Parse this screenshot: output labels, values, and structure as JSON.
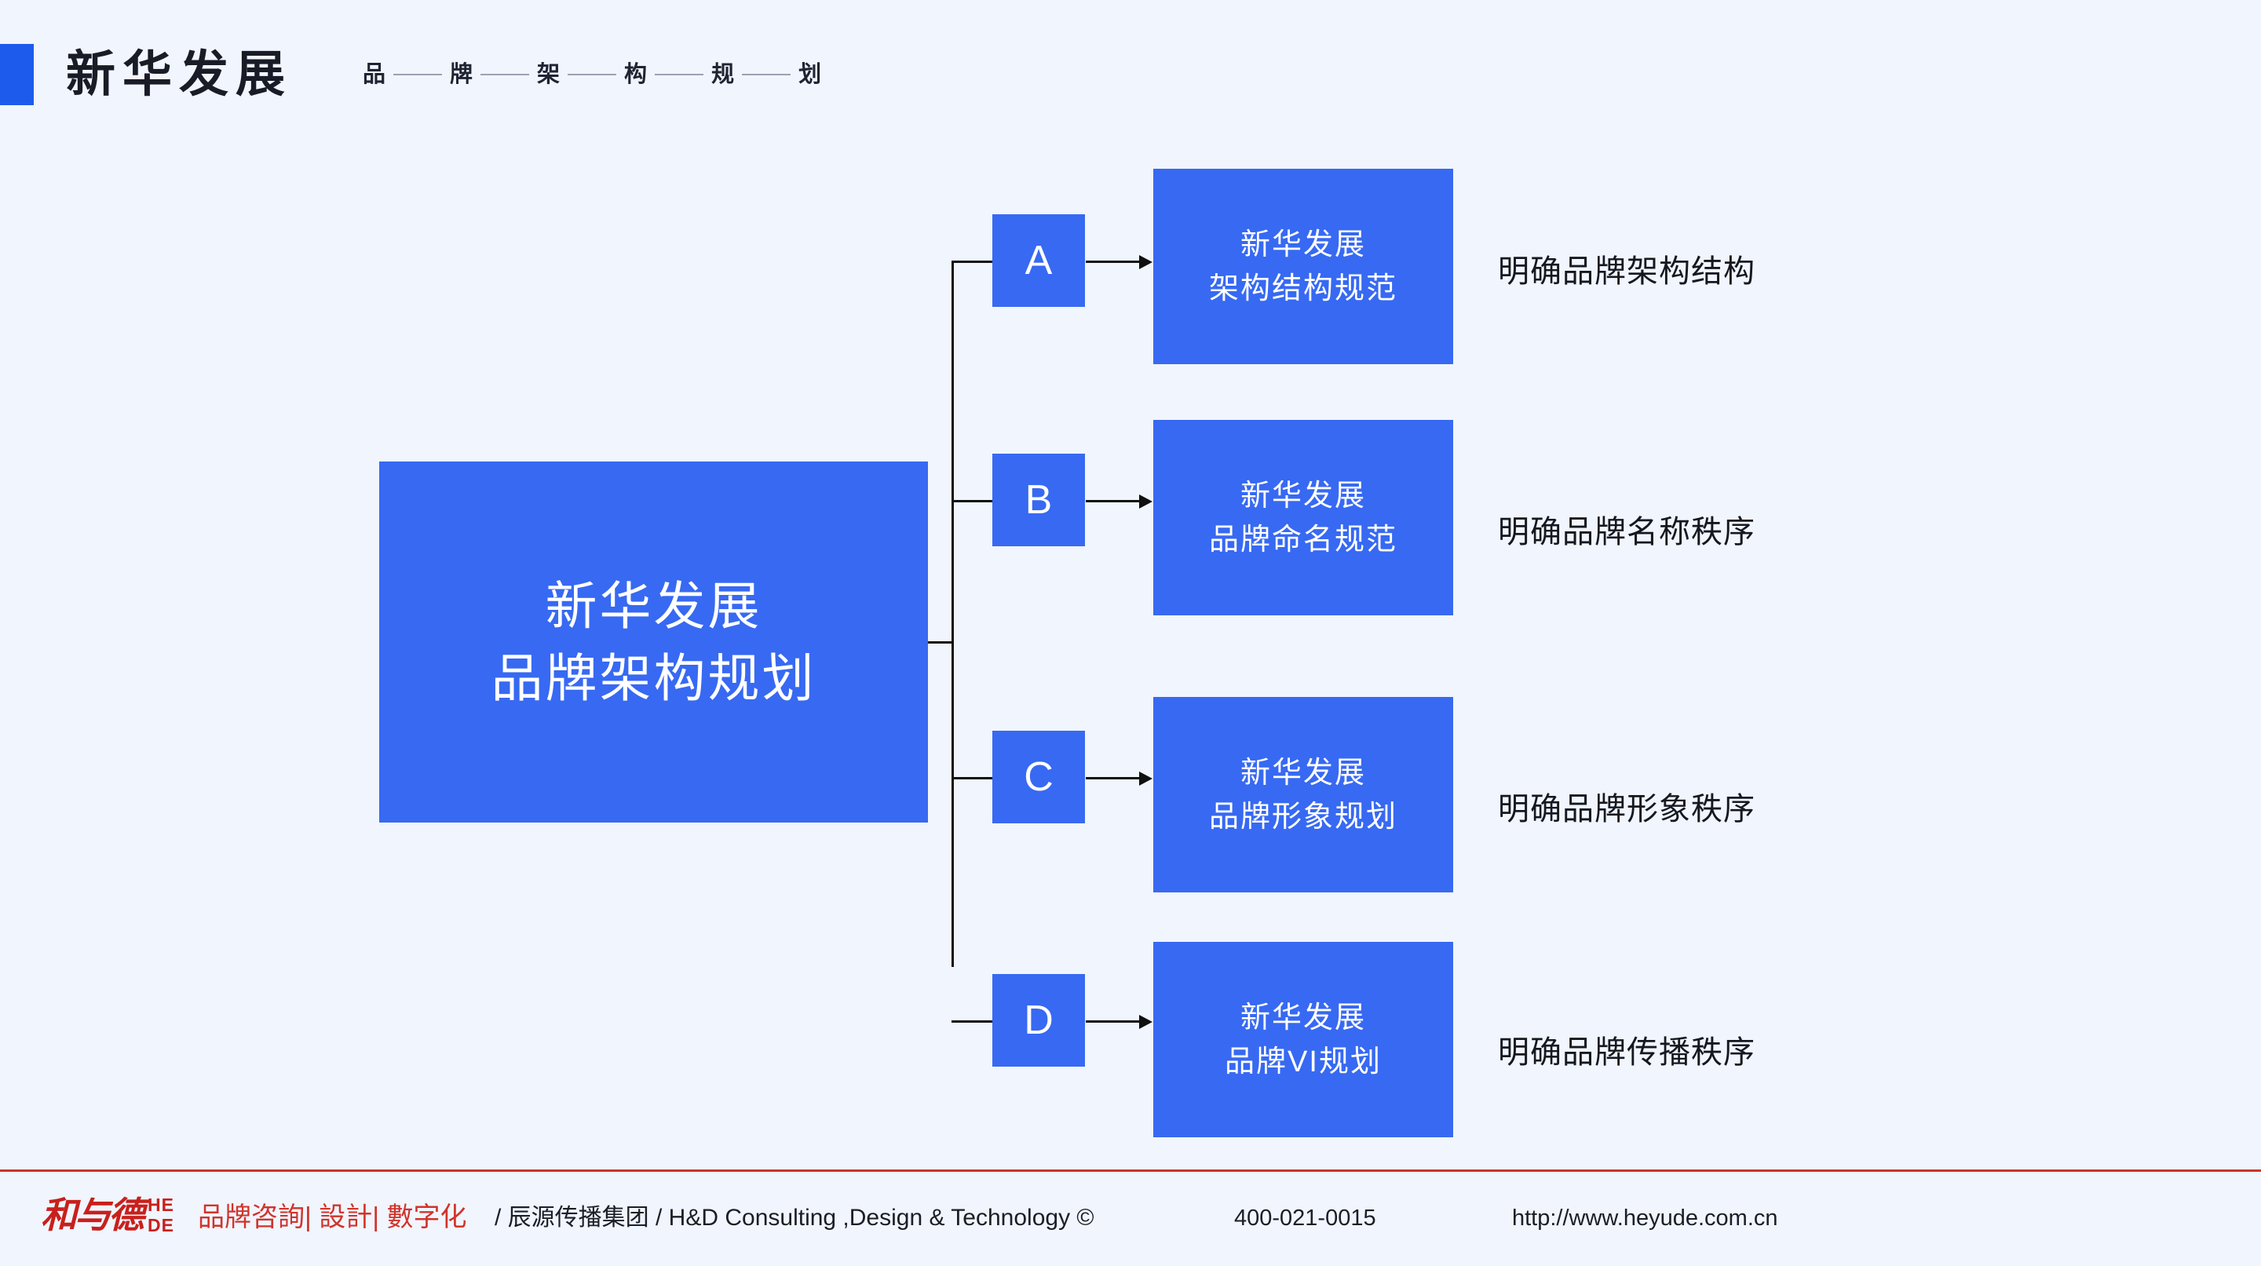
{
  "header": {
    "title": "新华发展",
    "subtitle_chars": [
      "品",
      "牌",
      "架",
      "构",
      "规",
      "划"
    ],
    "accent_color": "#1d5bed"
  },
  "diagram": {
    "root": {
      "line1": "新华发展",
      "line2": "品牌架构规划"
    },
    "branches": [
      {
        "letter": "A",
        "card_line1": "新华发展",
        "card_line2": "架构结构规范",
        "outcome": "明确品牌架构结构"
      },
      {
        "letter": "B",
        "card_line1": "新华发展",
        "card_line2": "品牌命名规范",
        "outcome": "明确品牌名称秩序"
      },
      {
        "letter": "C",
        "card_line1": "新华发展",
        "card_line2": "品牌形象规划",
        "outcome": "明确品牌形象秩序"
      },
      {
        "letter": "D",
        "card_line1": "新华发展",
        "card_line2": "品牌VI规划",
        "outcome": "明确品牌传播秩序"
      }
    ],
    "box_color": "#3769f2",
    "connector_color": "#101010"
  },
  "footer": {
    "logo_script": "和与德",
    "logo_mark_top": "HE",
    "logo_mark_bottom": "DE",
    "services": "品牌咨詢| 設計| 數字化",
    "company": "/ 辰源传播集团 / H&D Consulting ,Design & Technology ©",
    "phone": "400-021-0015",
    "url": "http://www.heyude.com.cn",
    "rule_color": "#c9342d",
    "accent_color": "#c8201c"
  }
}
